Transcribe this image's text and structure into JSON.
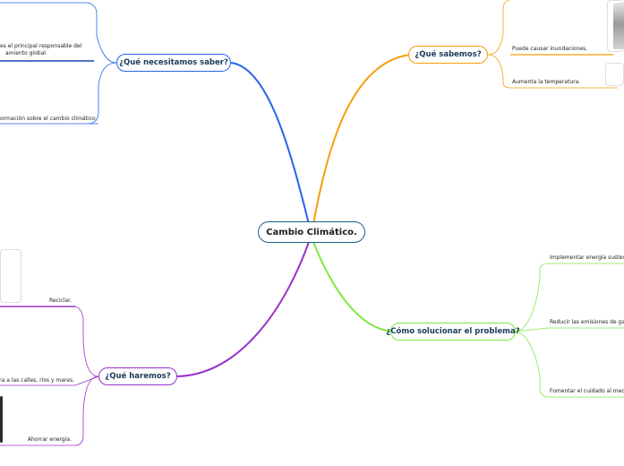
{
  "central": {
    "label": "Cambio Climático."
  },
  "branches": {
    "saber": {
      "label": "¿Qué necesitamos saber?",
      "color": "#2563eb",
      "leaves": [
        {
          "line1": "es el principal responsable del",
          "line2": "amiento global."
        },
        {
          "line1": "ormación sobre el cambio climático."
        }
      ]
    },
    "sabemos": {
      "label": "¿Qué sabemos?",
      "color": "#f59e0b",
      "leaves": [
        {
          "line1": "Puede causar inundaciones,"
        },
        {
          "line1": "Aumenta la temperatura."
        }
      ]
    },
    "solucionar": {
      "label": "¿Cómo solucionar el problema?",
      "color": "#7ee83f",
      "leaves": [
        {
          "line1": "Implementar energía sustent"
        },
        {
          "line1": "Reducir las emisiones de gase"
        },
        {
          "line1": "Fomentar el cuidado al medio"
        }
      ]
    },
    "haremos": {
      "label": "¿Qué haremos?",
      "color": "#9b30c9",
      "leaves": [
        {
          "line1": "Reciclar."
        },
        {
          "line1": "ura  a las calles, ríos y mares."
        },
        {
          "line1": "Ahorrar energía."
        }
      ]
    }
  }
}
